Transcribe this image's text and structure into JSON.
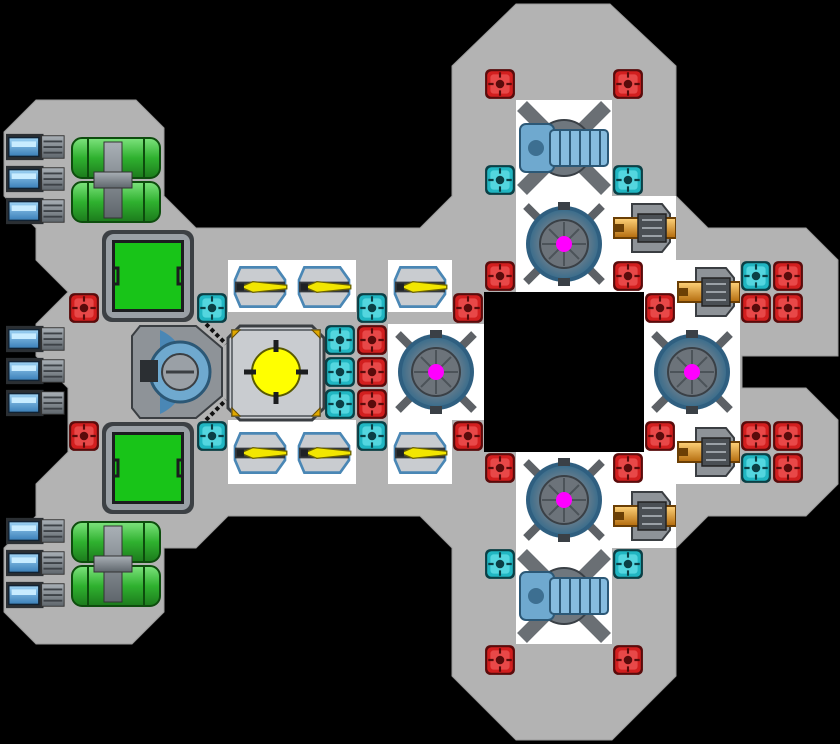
{
  "colors": {
    "background": "#000000",
    "hull": "#b3b3b3",
    "tile": "#ffffff",
    "thruster_red": "#cc1a1a",
    "thruster_cyan": "#1fb8c4",
    "tank_green": "#22cc22",
    "reactor_yellow": "#ffff00",
    "shield_core": "#ff00ff",
    "cannon_orange": "#e0961f",
    "missile_yellow": "#f2e600",
    "engine_blue": "#2aa7e0"
  },
  "parts": {
    "engines": "engine-block",
    "fuel_tanks": "fuel-tank",
    "cargo_bays": "cargo-bay",
    "reactor": "reactor-core",
    "cockpit": "command-module",
    "missile_launchers": "missile-launcher",
    "shield_generators": "shield-generator",
    "turrets": "plasma-turret",
    "cannons": "autocannon",
    "rcs_red": "rcs-thruster-red",
    "rcs_cyan": "rcs-thruster-cyan"
  }
}
